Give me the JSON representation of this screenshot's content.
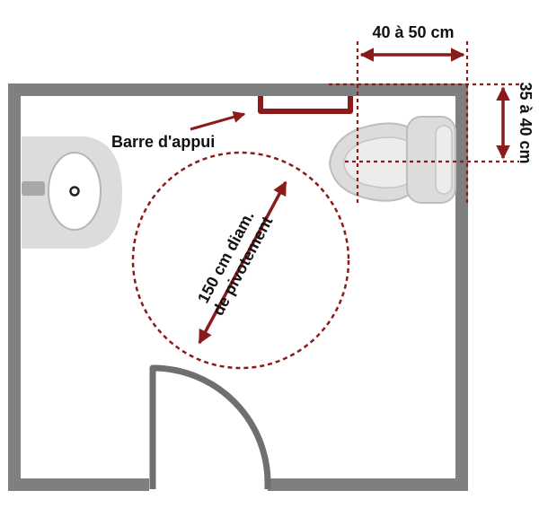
{
  "labels": {
    "grab_bar": "Barre d'appui",
    "width_range": "40 à 50 cm",
    "height_range": "35 à 40 cm",
    "turn_line1": "150 cm diam.",
    "turn_line2": "de pivotement"
  },
  "colors": {
    "wall": "#7f7f7f",
    "accent": "#8b1a1a",
    "fixture": "#dcdcdc",
    "fixture_stroke": "#bdbdbd",
    "text": "#111111"
  }
}
